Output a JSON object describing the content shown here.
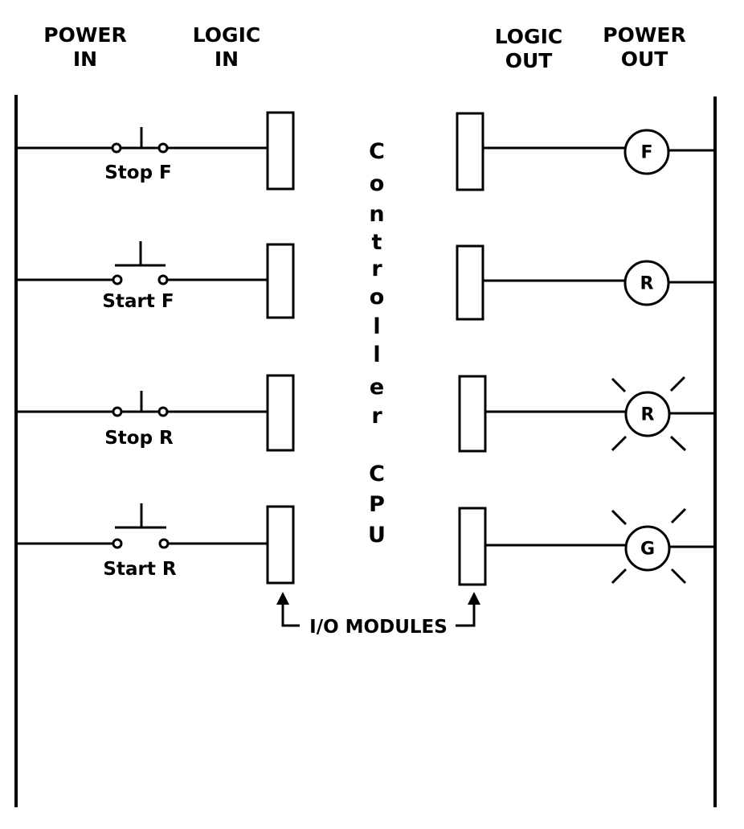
{
  "headers": {
    "power_in_line1": "POWER",
    "power_in_line2": "IN",
    "logic_in_line1": "LOGIC",
    "logic_in_line2": "IN",
    "logic_out_line1": "LOGIC",
    "logic_out_line2": "OUT",
    "power_out_line1": "POWER",
    "power_out_line2": "OUT"
  },
  "controller": {
    "letters": [
      "C",
      "o",
      "n",
      "t",
      "r",
      "o",
      "l",
      "l",
      "e",
      "r",
      "C",
      "P",
      "U"
    ]
  },
  "inputs": [
    {
      "label": "Stop F",
      "type": "normally-closed"
    },
    {
      "label": "Start F",
      "type": "normally-open"
    },
    {
      "label": "Stop R",
      "type": "normally-closed"
    },
    {
      "label": "Start R",
      "type": "normally-open"
    }
  ],
  "outputs": [
    {
      "label": "F",
      "type": "motor"
    },
    {
      "label": "R",
      "type": "motor"
    },
    {
      "label": "R",
      "type": "lamp"
    },
    {
      "label": "G",
      "type": "lamp"
    }
  ],
  "io_modules_label": "I/O MODULES",
  "colors": {
    "ink": "#000000",
    "background": "#ffffff"
  }
}
